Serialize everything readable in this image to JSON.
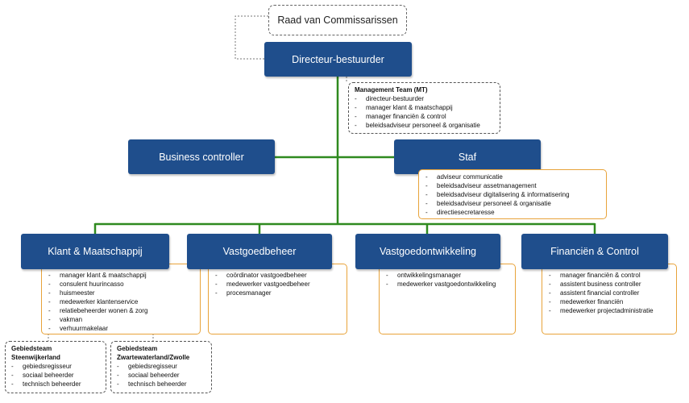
{
  "raad": "Raad van Commissarissen",
  "directeur": "Directeur-bestuurder",
  "mt": {
    "title": "Management Team (MT)",
    "items": [
      "directeur-bestuurder",
      "manager klant & maatschappij",
      "manager financiën & control",
      "beleidsadviseur personeel & organisatie"
    ]
  },
  "business_controller": "Business controller",
  "staf": {
    "label": "Staf",
    "items": [
      "adviseur communicatie",
      "beleidsadviseur assetmanagement",
      "beleidsadviseur digitalisering & informatisering",
      "beleidsadviseur personeel & organisatie",
      "directiesecretaresse"
    ]
  },
  "departments": [
    {
      "label": "Klant & Maatschappij",
      "items": [
        "manager klant & maatschappij",
        "consulent huurincasso",
        "huismeester",
        "medewerker klantenservice",
        "relatiebeheerder wonen & zorg",
        "vakman",
        "verhuurmakelaar"
      ]
    },
    {
      "label": "Vastgoedbeheer",
      "items": [
        "coördinator vastgoedbeheer",
        "medewerker vastgoedbeheer",
        "procesmanager"
      ]
    },
    {
      "label": "Vastgoedontwikkeling",
      "items": [
        "ontwikkelingsmanager",
        "medewerker vastgoedontwikkeling"
      ]
    },
    {
      "label": "Financiën & Control",
      "items": [
        "manager financiën & control",
        "assistent business controller",
        "assistent financial controller",
        "medewerker financiën",
        "medewerker projectadministratie"
      ]
    }
  ],
  "gebiedsteams": [
    {
      "title1": "Gebiedsteam",
      "title2": "Steenwijkerland",
      "items": [
        "gebiedsregisseur",
        "sociaal beheerder",
        "technisch beheerder"
      ]
    },
    {
      "title1": "Gebiedsteam",
      "title2": "Zwartewaterland/Zwolle",
      "items": [
        "gebiedsregisseur",
        "sociaal beheerder",
        "technisch beheerder"
      ]
    }
  ],
  "colors": {
    "box": "#1f4e8c",
    "connector": "#2f8a1f",
    "border_orange": "#e8a33a"
  }
}
